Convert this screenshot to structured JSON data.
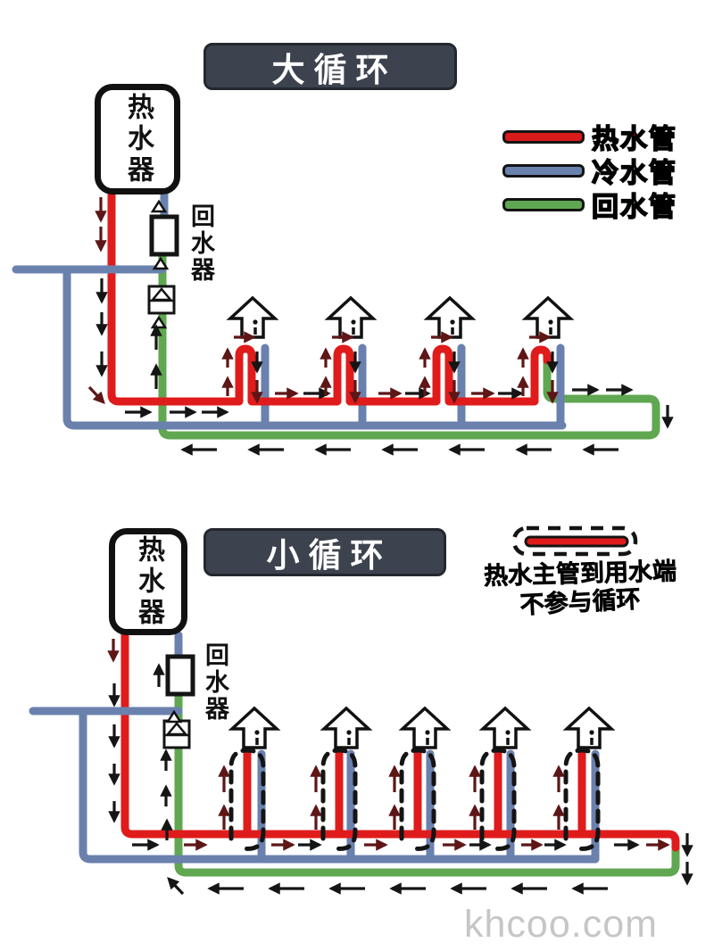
{
  "page": {
    "background": "#ffffff",
    "watermark": "khcoo.com"
  },
  "colors": {
    "hot": "#e01b1b",
    "cold": "#6a81ae",
    "ret": "#5fa750",
    "ink": "#151515",
    "maroon": "#5e1616",
    "titleBg": "#3c434e",
    "titleFg": "#ffffff",
    "wm": "#c6c6c6"
  },
  "top_diagram": {
    "title": "大循环",
    "heater_label": "热水器",
    "return_device_label": "回水器",
    "faucet_count": 4,
    "legend": [
      {
        "label": "热水管",
        "line_color": "#da1b1b",
        "text_color": "#b31212"
      },
      {
        "label": "冷水管",
        "line_color": "#6a81ae",
        "text_color": "#5a74a8"
      },
      {
        "label": "回水管",
        "line_color": "#5fa750",
        "text_color": "#3f9441"
      }
    ]
  },
  "bottom_diagram": {
    "title": "小循环",
    "heater_label": "热水器",
    "return_device_label": "回水器",
    "faucet_count": 5,
    "annotation": {
      "line1": "热水主管到用水端",
      "line2": "不参与循环"
    }
  }
}
